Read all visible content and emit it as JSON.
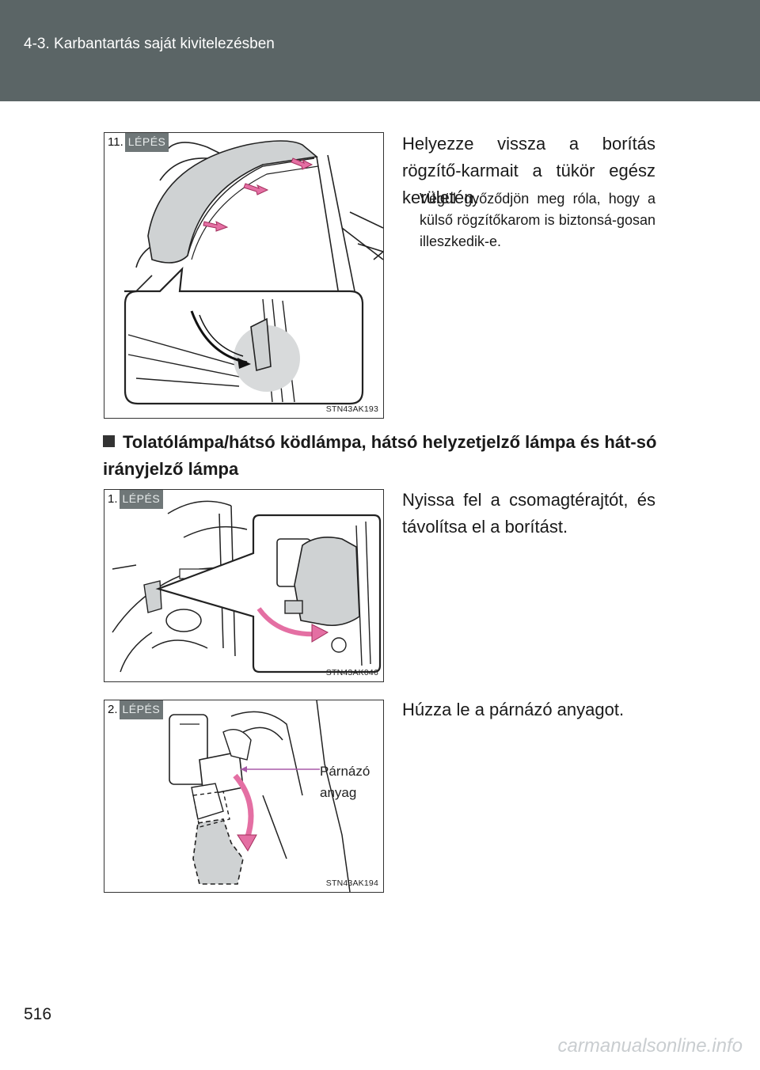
{
  "header": {
    "title": "4-3. Karbantartás saját kivitelezésben"
  },
  "figure1": {
    "step_num": "11.",
    "step_word": "LÉPÉS",
    "code": "STN43AK193"
  },
  "step11": {
    "text": "Helyezze vissza a borítás rögzítő-karmait a tükör egész kerületén.",
    "note": "Végül győződjön meg róla, hogy a külső rögzítőkarom is biztonsá-gosan illeszkedik-e."
  },
  "section": {
    "title": "Tolatólámpa/hátsó ködlámpa, hátsó helyzetjelző lámpa és hát-só irányjelző lámpa"
  },
  "figure2": {
    "step_num": "1.",
    "step_word": "LÉPÉS",
    "code": "STN43AK046"
  },
  "step1": {
    "text": "Nyissa fel a csomagtérajtót, és távolítsa el a borítást."
  },
  "figure3": {
    "step_num": "2.",
    "step_word": "LÉPÉS",
    "code": "STN43AK194",
    "label_line1": "Párnázó",
    "label_line2": "anyag"
  },
  "step2": {
    "text": "Húzza le a párnázó anyagot."
  },
  "page": {
    "number": "516"
  },
  "watermark": {
    "text": "carmanualsonline.info"
  },
  "colors": {
    "header_bg": "#5b6566",
    "arrow_pink": "#e46fa3",
    "part_gray": "#cfd2d3"
  }
}
